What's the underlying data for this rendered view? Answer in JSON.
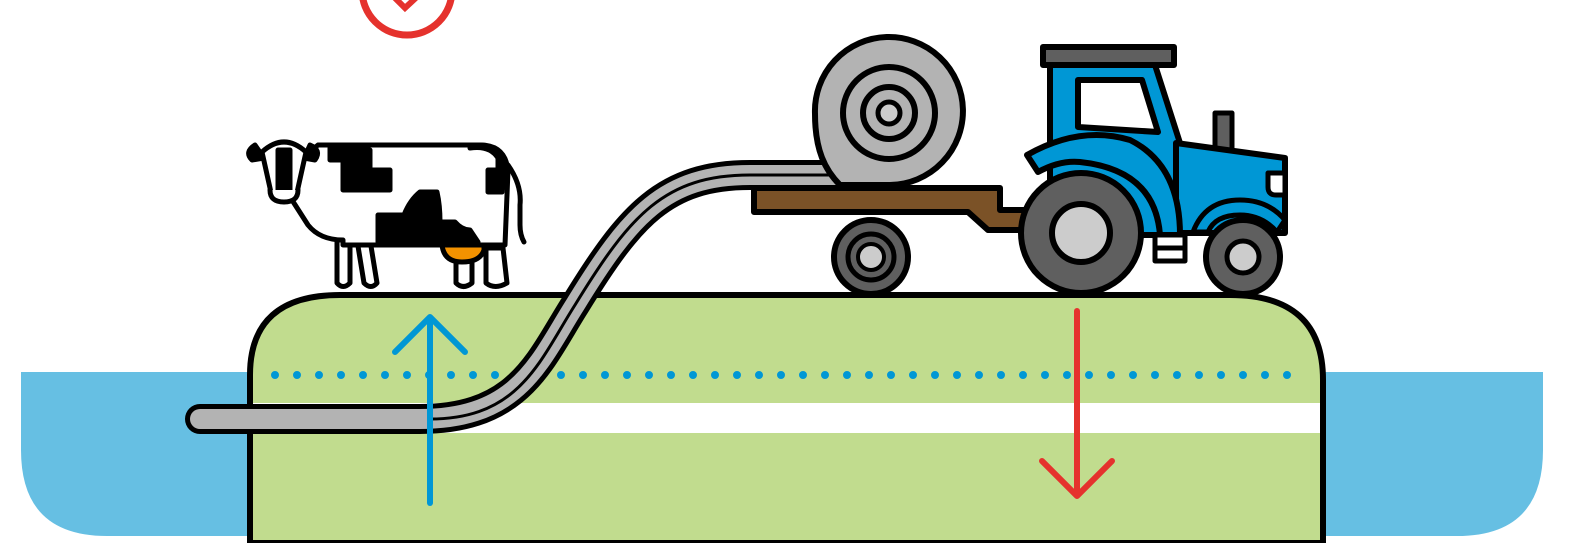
{
  "diagram": {
    "elements": [
      "water-table",
      "soil-field",
      "drain-pipe",
      "cow",
      "tractor",
      "trailer",
      "hose-reel",
      "upward-arrow",
      "downward-arrow",
      "rejected-symbol"
    ],
    "colors": {
      "water": "#66bfe3",
      "soil": "#c1dc8e",
      "pipe": "#b3b3b3",
      "tractor_body": "#0097d5",
      "trailer_bed": "#7b5227",
      "wheel_tire": "#5f5f5f",
      "wheel_hub": "#cccccc",
      "up_arrow": "#0097d5",
      "down_arrow": "#e5322d",
      "outline": "#000000",
      "udder": "#f39200"
    }
  }
}
